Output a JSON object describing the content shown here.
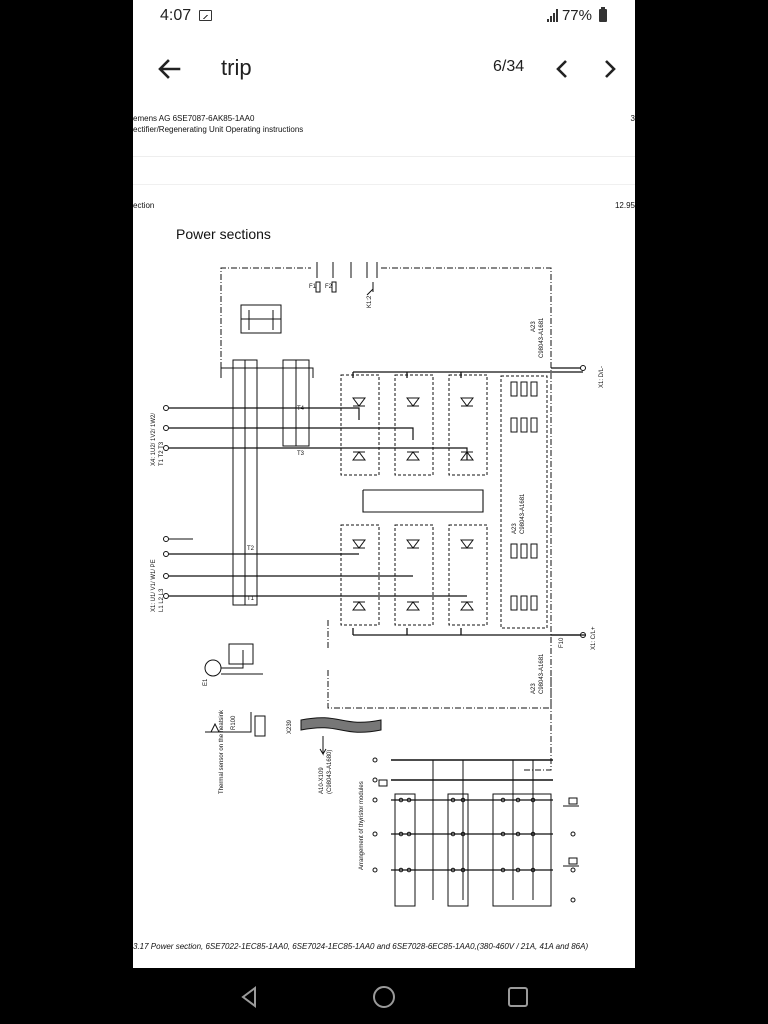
{
  "status_bar": {
    "time": "4:07",
    "battery": "77%"
  },
  "toolbar": {
    "title": "trip",
    "page_indicator": "6/34"
  },
  "page": {
    "header_line1": "emens AG   6SE7087-6AK85-1AA0",
    "header_line2": "ectifier/Regenerating Unit    Operating instructions",
    "header_page": "3",
    "section_left": "ection",
    "section_right": "12.95",
    "section_title": "Power sections",
    "caption": "3.17   Power section, 6SE7022-1EC85-1AA0, 6SE7024-1EC85-1AA0 and 6SE7028-6EC85-1AA0,(380-460V / 21A, 41A and 86A)"
  },
  "schematic_labels": {
    "x4_terminals": "X4: 1U2/  1V2/  1W2/",
    "x4_terminals_sub": "T1      T2      T3",
    "x1_terminals": "X1: U1/  V1/  W1/  PE",
    "x1_terminals_sub": "L1     L2     L3",
    "dc_minus": "X1: D/L-",
    "dc_plus": "X1: C/L+",
    "board_ref": "A23",
    "board_part": "C98043-A1681",
    "fan": "E1",
    "thermal": "R100",
    "thermal_label": "Thermal sensor on the heatsink",
    "x239": "X239",
    "connector_ref": "A10-X109",
    "connector_part": "(C98043-A1680)",
    "arrangement": "Arrangement of thyristor modules",
    "fuse_f1": "F1",
    "fuse_f2": "F2",
    "fuse_f10": "F10",
    "k1": "K1:2",
    "t1": "T1",
    "t2": "T2",
    "t3": "T3",
    "t4": "T4"
  },
  "colors": {
    "accent": "#202020",
    "page_bg": "#ffffff",
    "system_bg": "#000000"
  },
  "icons": {
    "back": "arrow-left-icon",
    "prev": "chevron-left-icon",
    "next": "chevron-right-icon",
    "nav_back": "triangle-back-icon",
    "nav_home": "circle-home-icon",
    "nav_recent": "square-recents-icon"
  }
}
